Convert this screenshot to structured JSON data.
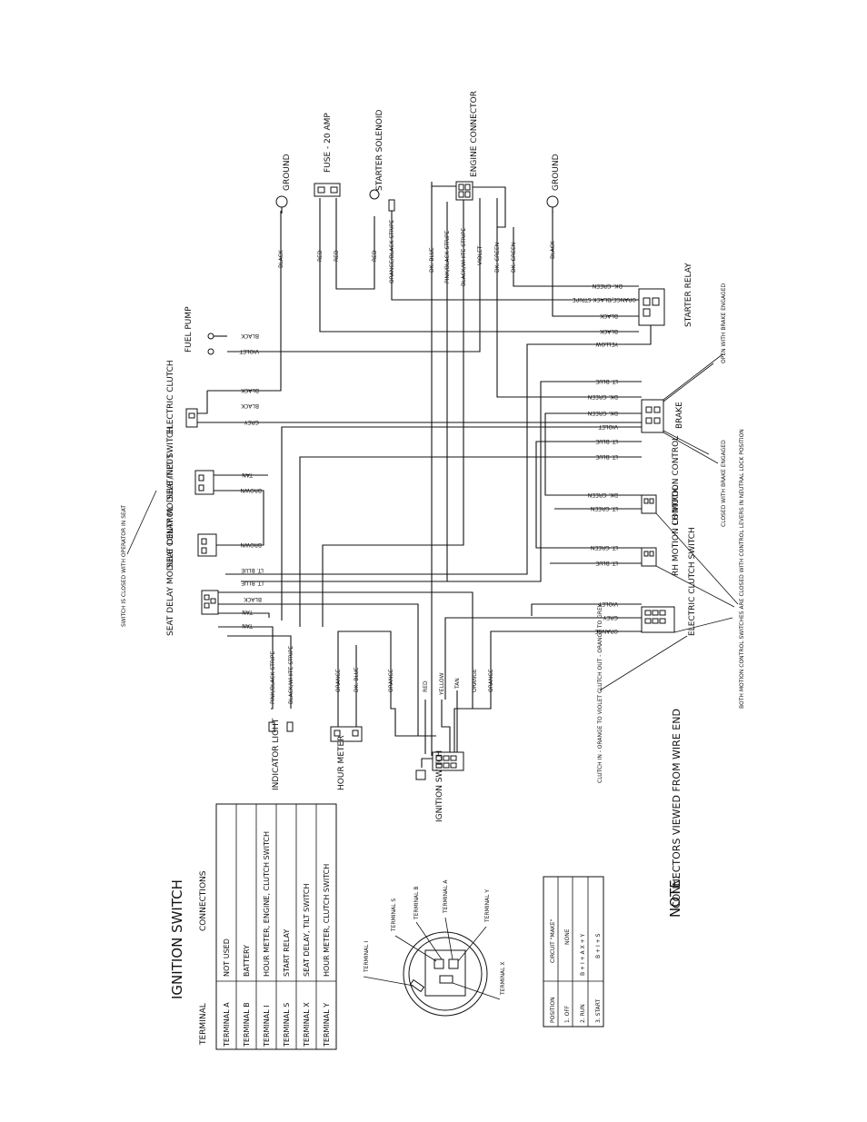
{
  "components": {
    "ground_top": "GROUND",
    "fuse": "FUSE - 20 AMP",
    "starter_solenoid": "STARTER SOLENOID",
    "engine_connector": "ENGINE CONNECTOR",
    "ground_right": "GROUND",
    "fuel_pump": "FUEL PUMP",
    "electric_clutch": "ELECTRIC CLUTCH",
    "starter_relay": "STARTER RELAY",
    "brake": "BRAKE",
    "seat_tilt_switch": "SEAT/TILT SWITCH",
    "seat_delay_input": "SEAT DELAY MODULE INPUT",
    "seat_delay_control": "SEAT DELAY MODULE CONTROL",
    "lh_motion": "LH MOTION CONTROL",
    "rh_motion": "RH MOTION CONTROL",
    "electric_clutch_switch": "ELECTRIC CLUTCH SWITCH",
    "indicator_light": "INDICATOR LIGHT",
    "hour_meter": "HOUR METER",
    "ignition_switch": "IGNITION SWITCH"
  },
  "wires": {
    "black": "BLACK",
    "red": "RED",
    "orange_black": "ORANGE/BLACK STRIPE",
    "dk_blue": "DK. BLUE",
    "pink_black": "PINK/BLACK STRIPE",
    "black_white": "BLACK/WHITE STRIPE",
    "violet": "VIOLET",
    "dk_green": "DK. GREEN",
    "yellow": "YELLOW",
    "lt_blue": "LT. BLUE",
    "lt_green": "LT. GREEN",
    "grey": "GREY",
    "tan": "TAN",
    "brown": "BROWN",
    "orange": "ORANGE"
  },
  "notes": {
    "switch_closed_seat": "SWITCH IS CLOSED WITH OPERATOR IN SEAT",
    "open_with_brake": "OPEN WITH BRAKE ENGAGED",
    "closed_with_brake": "CLOSED WITH BRAKE ENGAGED",
    "motion_switches": "BOTH MOTION CONTROL SWITCHES ARE CLOSED WITH CONTROL LEVERS IN NEUTRAL LOCK POSITION",
    "clutch_in_out": "CLUTCH IN - ORANGE TO VIOLET CLUTCH OUT - ORANGE TO GREY",
    "note_label": "NOTE:",
    "note_text": "CONNECTORS VIEWED FROM WIRE END"
  },
  "terminal_table": {
    "title": "IGNITION SWITCH",
    "headers": [
      "TERMINAL",
      "CONNECTIONS"
    ],
    "rows": [
      [
        "TERMINAL  A",
        "NOT USED"
      ],
      [
        "TERMINAL  B",
        "BATTERY"
      ],
      [
        "TERMINAL  I",
        "HOUR METER, ENGINE, CLUTCH SWITCH"
      ],
      [
        "TERMINAL  S",
        "START RELAY"
      ],
      [
        "TERMINAL  X",
        "SEAT DELAY, TILT SWITCH"
      ],
      [
        "TERMINAL  Y",
        "HOUR METER, CLUTCH SWITCH"
      ]
    ]
  },
  "switch_terminals": {
    "i": "TERMINAL I",
    "s": "TERMINAL S",
    "b": "TERMINAL B",
    "a": "TERMINAL A",
    "y": "TERMINAL Y",
    "x": "TERMINAL X"
  },
  "circuit_table": {
    "headers": [
      "POSITION",
      "CIRCUIT \"MAKE\""
    ],
    "rows": [
      [
        "1. OFF",
        "NONE"
      ],
      [
        "2. RUN",
        "B + I + A     X + Y"
      ],
      [
        "3. START",
        "B + I + S"
      ]
    ]
  }
}
